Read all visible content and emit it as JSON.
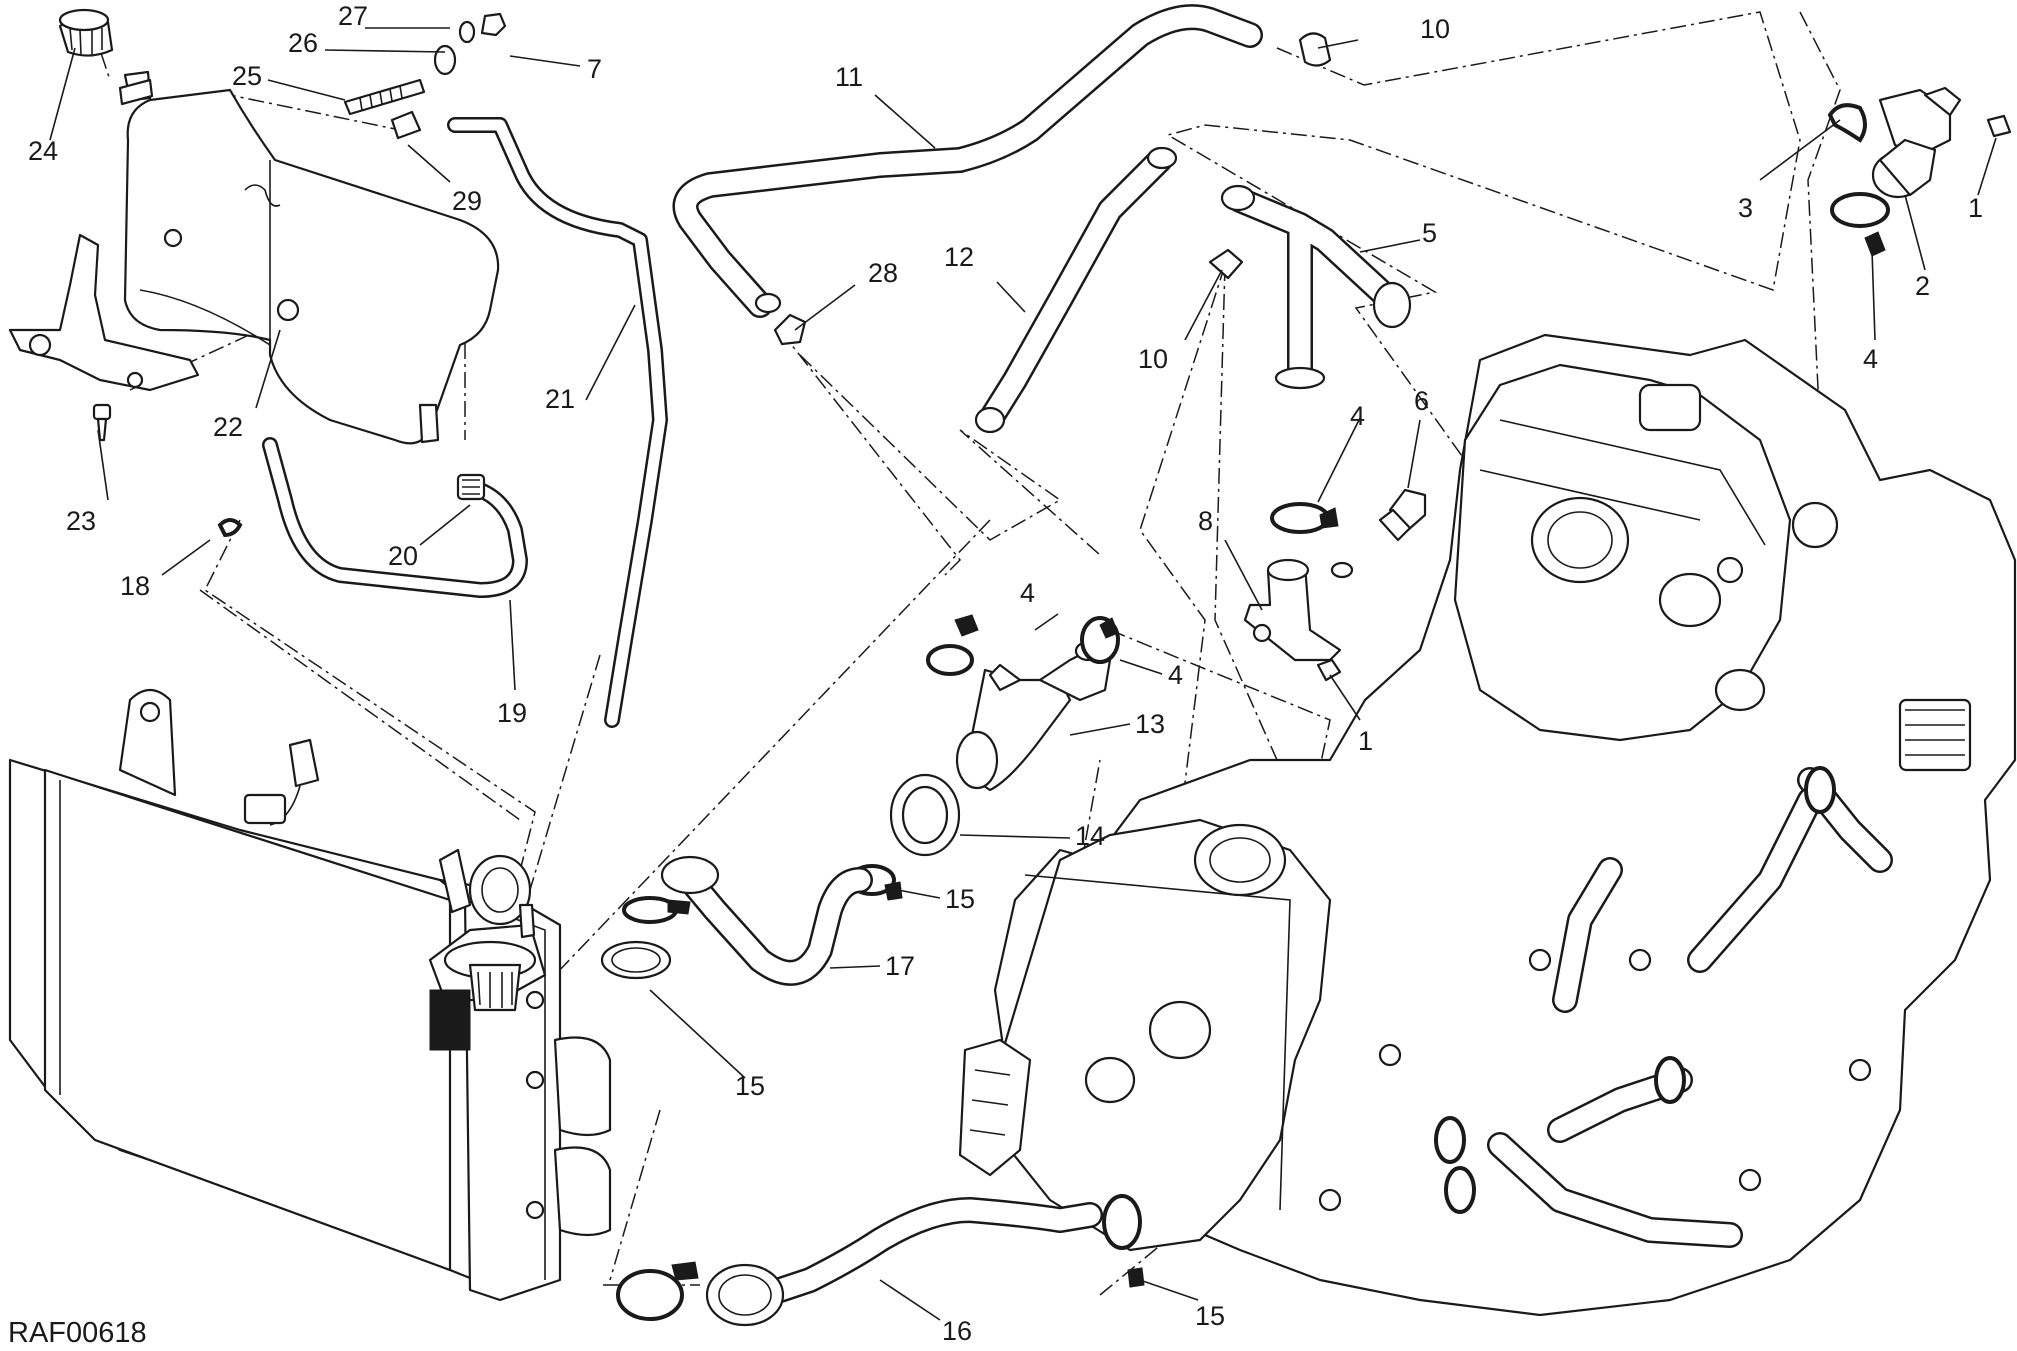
{
  "diagram": {
    "drawing_code": "RAF00618",
    "callouts": [
      {
        "id": "c1a",
        "text": "1"
      },
      {
        "id": "c1b",
        "text": "1"
      },
      {
        "id": "c2",
        "text": "2"
      },
      {
        "id": "c3",
        "text": "3"
      },
      {
        "id": "c4a",
        "text": "4"
      },
      {
        "id": "c4b",
        "text": "4"
      },
      {
        "id": "c4c",
        "text": "4"
      },
      {
        "id": "c4d",
        "text": "4"
      },
      {
        "id": "c5",
        "text": "5"
      },
      {
        "id": "c6",
        "text": "6"
      },
      {
        "id": "c7",
        "text": "7"
      },
      {
        "id": "c8",
        "text": "8"
      },
      {
        "id": "c10a",
        "text": "10"
      },
      {
        "id": "c10b",
        "text": "10"
      },
      {
        "id": "c11",
        "text": "11"
      },
      {
        "id": "c12",
        "text": "12"
      },
      {
        "id": "c13",
        "text": "13"
      },
      {
        "id": "c14",
        "text": "14"
      },
      {
        "id": "c15a",
        "text": "15"
      },
      {
        "id": "c15b",
        "text": "15"
      },
      {
        "id": "c15c",
        "text": "15"
      },
      {
        "id": "c16",
        "text": "16"
      },
      {
        "id": "c17",
        "text": "17"
      },
      {
        "id": "c18",
        "text": "18"
      },
      {
        "id": "c19",
        "text": "19"
      },
      {
        "id": "c20",
        "text": "20"
      },
      {
        "id": "c21",
        "text": "21"
      },
      {
        "id": "c22",
        "text": "22"
      },
      {
        "id": "c23",
        "text": "23"
      },
      {
        "id": "c24",
        "text": "24"
      },
      {
        "id": "c25",
        "text": "25"
      },
      {
        "id": "c26",
        "text": "26"
      },
      {
        "id": "c27",
        "text": "27"
      },
      {
        "id": "c28",
        "text": "28"
      },
      {
        "id": "c29",
        "text": "29"
      }
    ]
  }
}
